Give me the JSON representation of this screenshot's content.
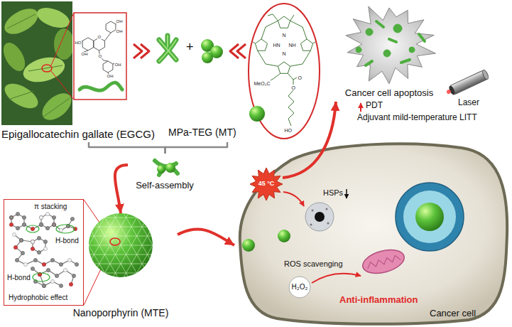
{
  "diagram": {
    "nodes": [
      {
        "text": [
          "Epigallocatechin gallate (EGCG)",
          "HO",
          "OH",
          "OH",
          "O",
          "O",
          "OH",
          "OH",
          "OH"
        ]
      },
      {
        "text": [
          "MPa-TEG (MT)",
          "N",
          "NH",
          "HN",
          "N",
          "MeO₂C",
          "O",
          "O",
          "HO"
        ]
      },
      {
        "text": [
          "Cancer cell apoptosis"
        ]
      },
      {
        "text": [
          "Laser"
        ]
      },
      {
        "text": [
          "Self-assembly"
        ]
      },
      {
        "text": [
          "π stacking",
          "H-bond",
          "H-bond",
          "Hydrophobic effect"
        ]
      },
      {
        "text": [
          "Nanoporphyrin (MTE)"
        ]
      },
      {
        "text": [
          "Cancer cell"
        ]
      },
      {
        "text": [
          "45 °C"
        ]
      }
    ],
    "edges": [
      {
        "from": 0,
        "to": 4,
        "arrow": "none"
      },
      {
        "from": 1,
        "to": 4,
        "arrow": "none"
      },
      {
        "from": 4,
        "to": 6,
        "arrow": "to"
      },
      {
        "from": 6,
        "to": 7,
        "arrow": "to"
      },
      {
        "from": 8,
        "to": 2,
        "arrow": "to"
      }
    ],
    "labels": [
      "+",
      "PDT",
      "Adjuvant mild-temperature LITT",
      "HSPs",
      "ROS scavenging",
      "H₂O₂",
      "Anti-inflammation"
    ]
  }
}
